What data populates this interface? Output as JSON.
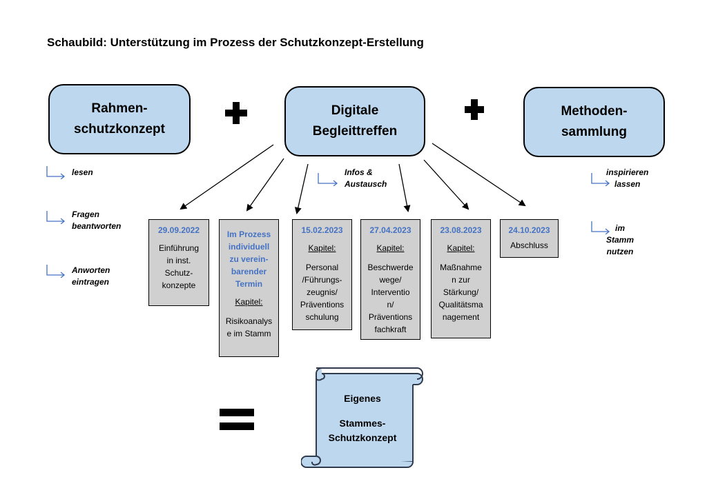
{
  "title": "Schaubild: Unterstützung im Prozess der Schutzkonzept-Erstellung",
  "top_boxes": {
    "left": "Rahmen-\nschutzkonzept",
    "center": "Digitale\nBegleittreffen",
    "right": "Methoden-\nsammlung"
  },
  "left_hints": [
    "lesen",
    "Fragen\nbeantworten",
    "Anworten\neintragen"
  ],
  "center_hint": "Infos &\nAustausch",
  "right_hints": [
    "inspirieren\nlassen",
    "im\nStamm\nnutzen"
  ],
  "meetings": [
    {
      "date": "29.09.2022",
      "chapter_label": "",
      "text": "Einführung\nin inst.\nSchutz-\nkonzepte"
    },
    {
      "date": "Im Prozess\nindividuell\nzu verein-\nbarender\nTermin",
      "chapter_label": "Kapitel:",
      "text": "Risikoanalys\ne im Stamm"
    },
    {
      "date": "15.02.2023",
      "chapter_label": "Kapitel:",
      "text": "Personal\n/Führungs-\nzeugnis/\nPräventions\nschulung"
    },
    {
      "date": "27.04.2023",
      "chapter_label": "Kapitel:",
      "text": "Beschwerde\nwege/\nInterventio\nn/\nPräventions\nfachkraft"
    },
    {
      "date": "23.08.2023",
      "chapter_label": "Kapitel:",
      "text": "Maßnahme\nn zur\nStärkung/\nQualitätsma\nnagement"
    },
    {
      "date": "24.10.2023",
      "chapter_label": "",
      "text": "Abschluss"
    }
  ],
  "result": {
    "line1": "Eigenes",
    "line2": "Stammes-\nSchutzkonzept"
  },
  "colors": {
    "box_blue": "#bdd7ee",
    "date_blue": "#4472c4",
    "meeting_grey": "#d0d0d0"
  },
  "icons": [
    "plus-icon",
    "equals-icon",
    "hint-arrow-icon",
    "scroll-icon"
  ]
}
